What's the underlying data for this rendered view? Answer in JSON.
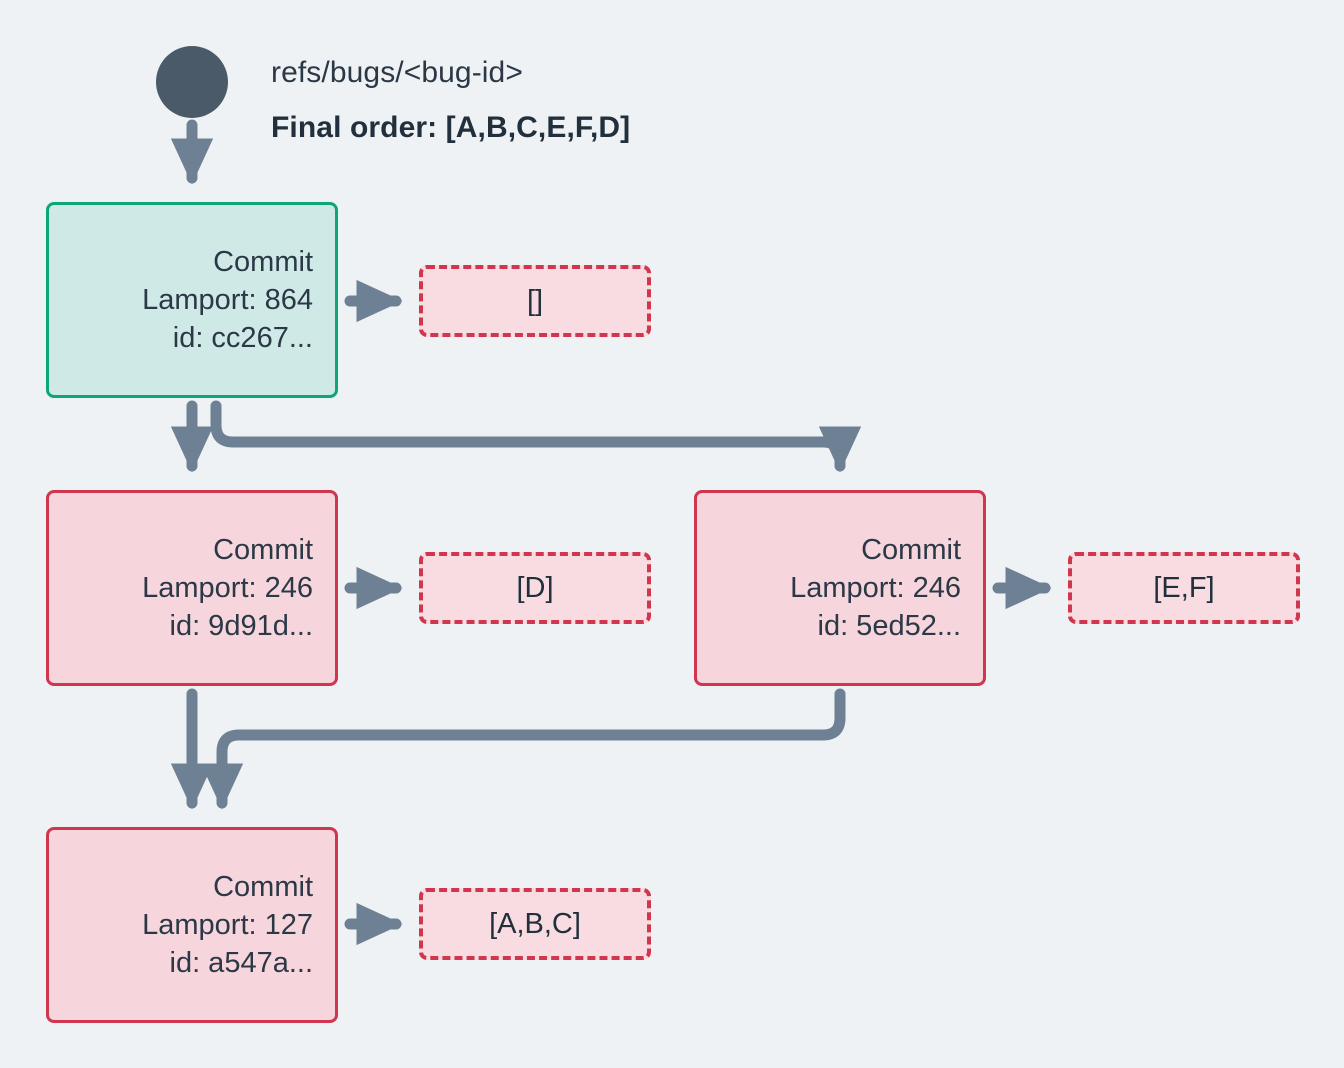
{
  "diagram": {
    "background_color": "#eff2f5",
    "root": {
      "icon": "filled-circle-node",
      "color": "#4a5a68",
      "ref_label": "refs/bugs/<bug-id>",
      "final_order_label": "Final order: [A,B,C,E,F,D]"
    },
    "colors": {
      "teal_fill": "#cfe9e7",
      "teal_border": "#0ca678",
      "pink_fill": "#f7d5dc",
      "pink_border": "#d0374f",
      "ops_fill": "#f9dce1",
      "ops_border": "#d0374f",
      "arrow": "#6e8194",
      "text": "#2b3846"
    },
    "commits": [
      {
        "id": "commit-a",
        "title": "Commit",
        "lamport": "Lamport: 864",
        "hash": "id: cc267...",
        "style": "teal",
        "ops": "[]"
      },
      {
        "id": "commit-b",
        "title": "Commit",
        "lamport": "Lamport: 246",
        "hash": "id: 9d91d...",
        "style": "pink",
        "ops": "[D]"
      },
      {
        "id": "commit-c",
        "title": "Commit",
        "lamport": "Lamport: 246",
        "hash": "id: 5ed52...",
        "style": "pink",
        "ops": "[E,F]"
      },
      {
        "id": "commit-d",
        "title": "Commit",
        "lamport": "Lamport: 127",
        "hash": "id: a547a...",
        "style": "pink",
        "ops": "[A,B,C]"
      }
    ],
    "edges": [
      {
        "from": "root",
        "to": "commit-a",
        "kind": "straight-down"
      },
      {
        "from": "commit-a",
        "to": "commit-b",
        "kind": "straight-down"
      },
      {
        "from": "commit-a",
        "to": "commit-c",
        "kind": "elbow-right"
      },
      {
        "from": "commit-b",
        "to": "commit-d",
        "kind": "straight-down"
      },
      {
        "from": "commit-c",
        "to": "commit-d",
        "kind": "elbow-left"
      },
      {
        "from": "commit-a",
        "to": "ops-a",
        "kind": "short-right"
      },
      {
        "from": "commit-b",
        "to": "ops-b",
        "kind": "short-right"
      },
      {
        "from": "commit-c",
        "to": "ops-c",
        "kind": "short-right"
      },
      {
        "from": "commit-d",
        "to": "ops-d",
        "kind": "short-right"
      }
    ]
  }
}
